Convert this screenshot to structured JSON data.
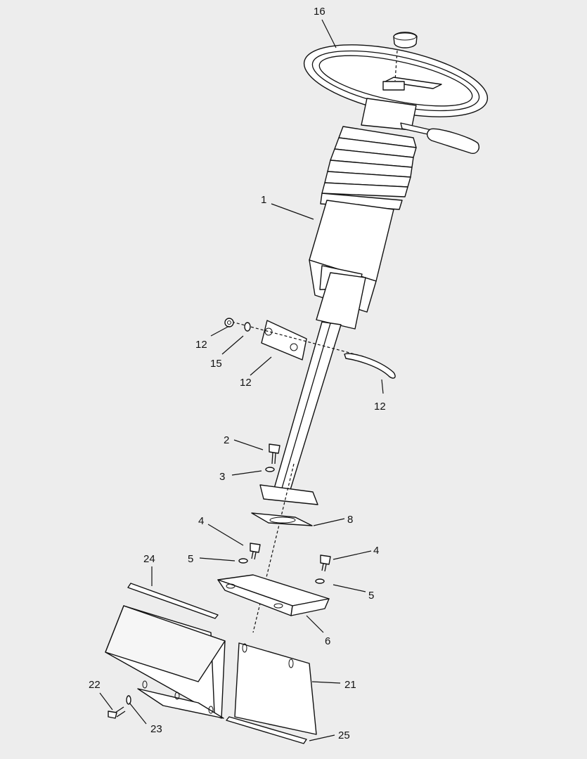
{
  "callouts": [
    {
      "id": "c16",
      "label": "16"
    },
    {
      "id": "c1",
      "label": "1"
    },
    {
      "id": "c12a",
      "label": "12"
    },
    {
      "id": "c15",
      "label": "15"
    },
    {
      "id": "c12b",
      "label": "12"
    },
    {
      "id": "c12c",
      "label": "12"
    },
    {
      "id": "c2",
      "label": "2"
    },
    {
      "id": "c3",
      "label": "3"
    },
    {
      "id": "c8",
      "label": "8"
    },
    {
      "id": "c4a",
      "label": "4"
    },
    {
      "id": "c5a",
      "label": "5"
    },
    {
      "id": "c4b",
      "label": "4"
    },
    {
      "id": "c5b",
      "label": "5"
    },
    {
      "id": "c24",
      "label": "24"
    },
    {
      "id": "c6",
      "label": "6"
    },
    {
      "id": "c21",
      "label": "21"
    },
    {
      "id": "c22",
      "label": "22"
    },
    {
      "id": "c23",
      "label": "23"
    },
    {
      "id": "c25",
      "label": "25"
    }
  ]
}
